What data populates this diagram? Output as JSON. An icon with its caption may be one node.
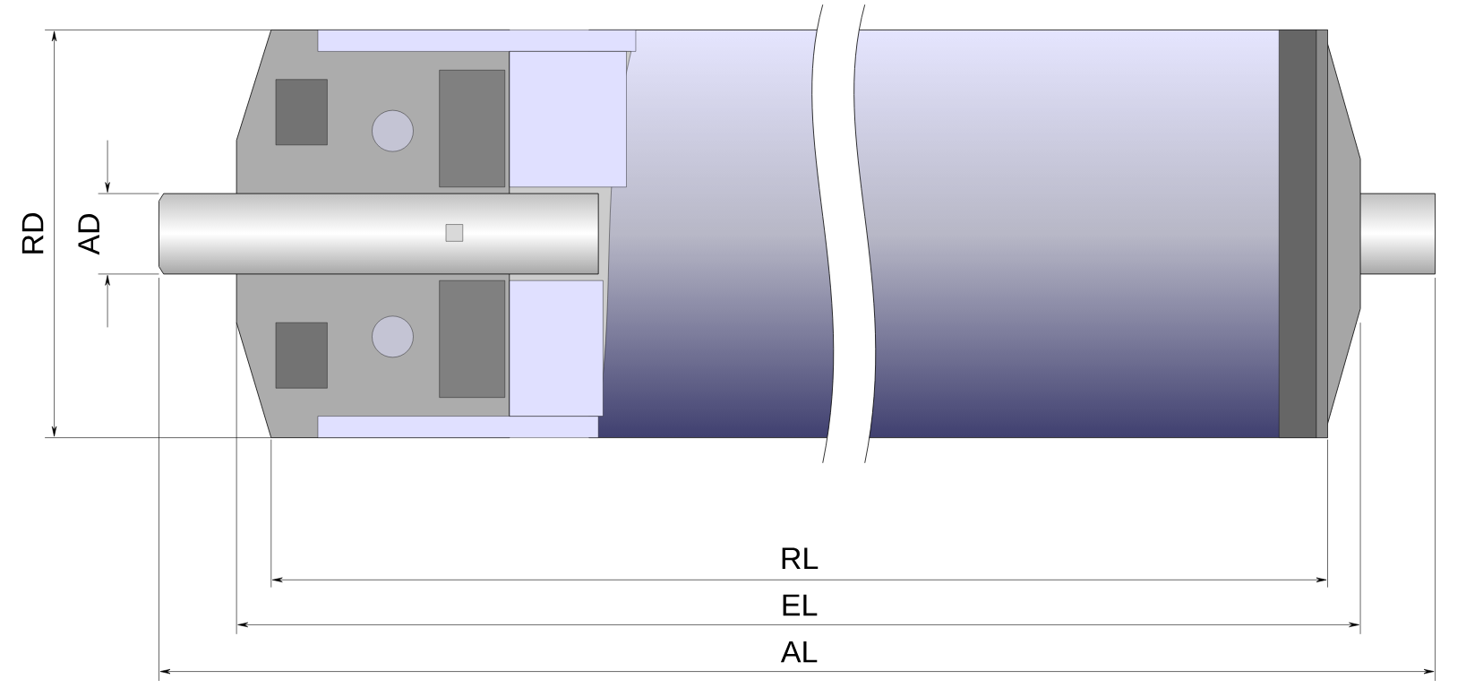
{
  "diagram": {
    "labels": [
      "RD",
      "AD",
      "RL",
      "EL",
      "AL"
    ]
  }
}
